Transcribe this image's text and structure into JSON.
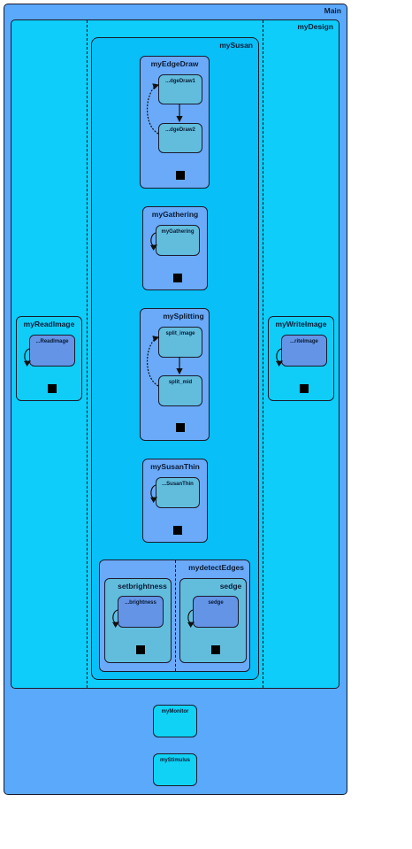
{
  "diagram": {
    "main": {
      "label": "Main"
    },
    "design": {
      "label": "myDesign"
    },
    "read_image": {
      "label": "myReadImage",
      "child": "...ReadImage"
    },
    "write_image": {
      "label": "myWriteImage",
      "child": "...riteImage"
    },
    "susan": {
      "label": "mySusan"
    },
    "edge_draw": {
      "label": "myEdgeDraw",
      "child_1": "...dgeDraw1",
      "child_2": "...dgeDraw2"
    },
    "gathering": {
      "label": "myGathering",
      "child": "myGathering"
    },
    "splitting": {
      "label": "mySplitting",
      "child_1": "split_image",
      "child_2": "split_mid"
    },
    "susan_thin": {
      "label": "mySusanThin",
      "child": "...SusanThin"
    },
    "detect_edges": {
      "label": "mydetectEdges",
      "setbrightness": {
        "label": "setbrightness",
        "child": "...brightness"
      },
      "sedge": {
        "label": "sedge",
        "child": "sedge"
      }
    },
    "monitor": {
      "label": "myMonitor"
    },
    "stimulus": {
      "label": "myStimulus"
    }
  },
  "colors": {
    "main_fill": "#5aa9fa",
    "design_fill": "#0ecdfa",
    "susan_fill": "#08bff7",
    "block_fill": "#6aaaf8",
    "state_fill": "#62bddd",
    "inner_state_fill": "#6494e6",
    "leaf_fill": "#10d2f5",
    "edge": "#1a1a2e"
  }
}
